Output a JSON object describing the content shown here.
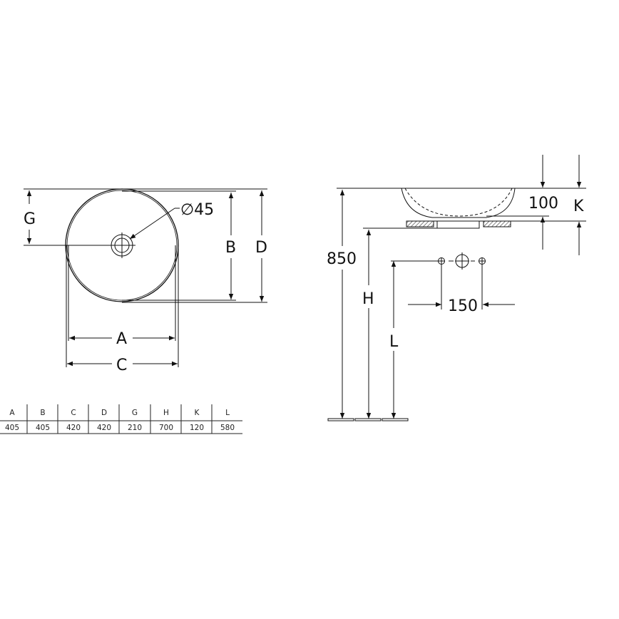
{
  "drawing": {
    "top_view": {
      "labels": {
        "G": "G",
        "B": "B",
        "D": "D",
        "A": "A",
        "C": "C",
        "drain": "∅45"
      }
    },
    "side_view": {
      "labels": {
        "height_850": "850",
        "H": "H",
        "L": "L",
        "depth_100": "100",
        "K": "K",
        "tap_spacing": "150"
      }
    }
  },
  "dimension_table": {
    "headers": [
      "A",
      "B",
      "C",
      "D",
      "G",
      "H",
      "K",
      "L"
    ],
    "values": [
      "405",
      "405",
      "420",
      "420",
      "210",
      "700",
      "120",
      "580"
    ]
  },
  "colors": {
    "line": "#111111",
    "background": "#ffffff",
    "hatch": "#333333"
  }
}
